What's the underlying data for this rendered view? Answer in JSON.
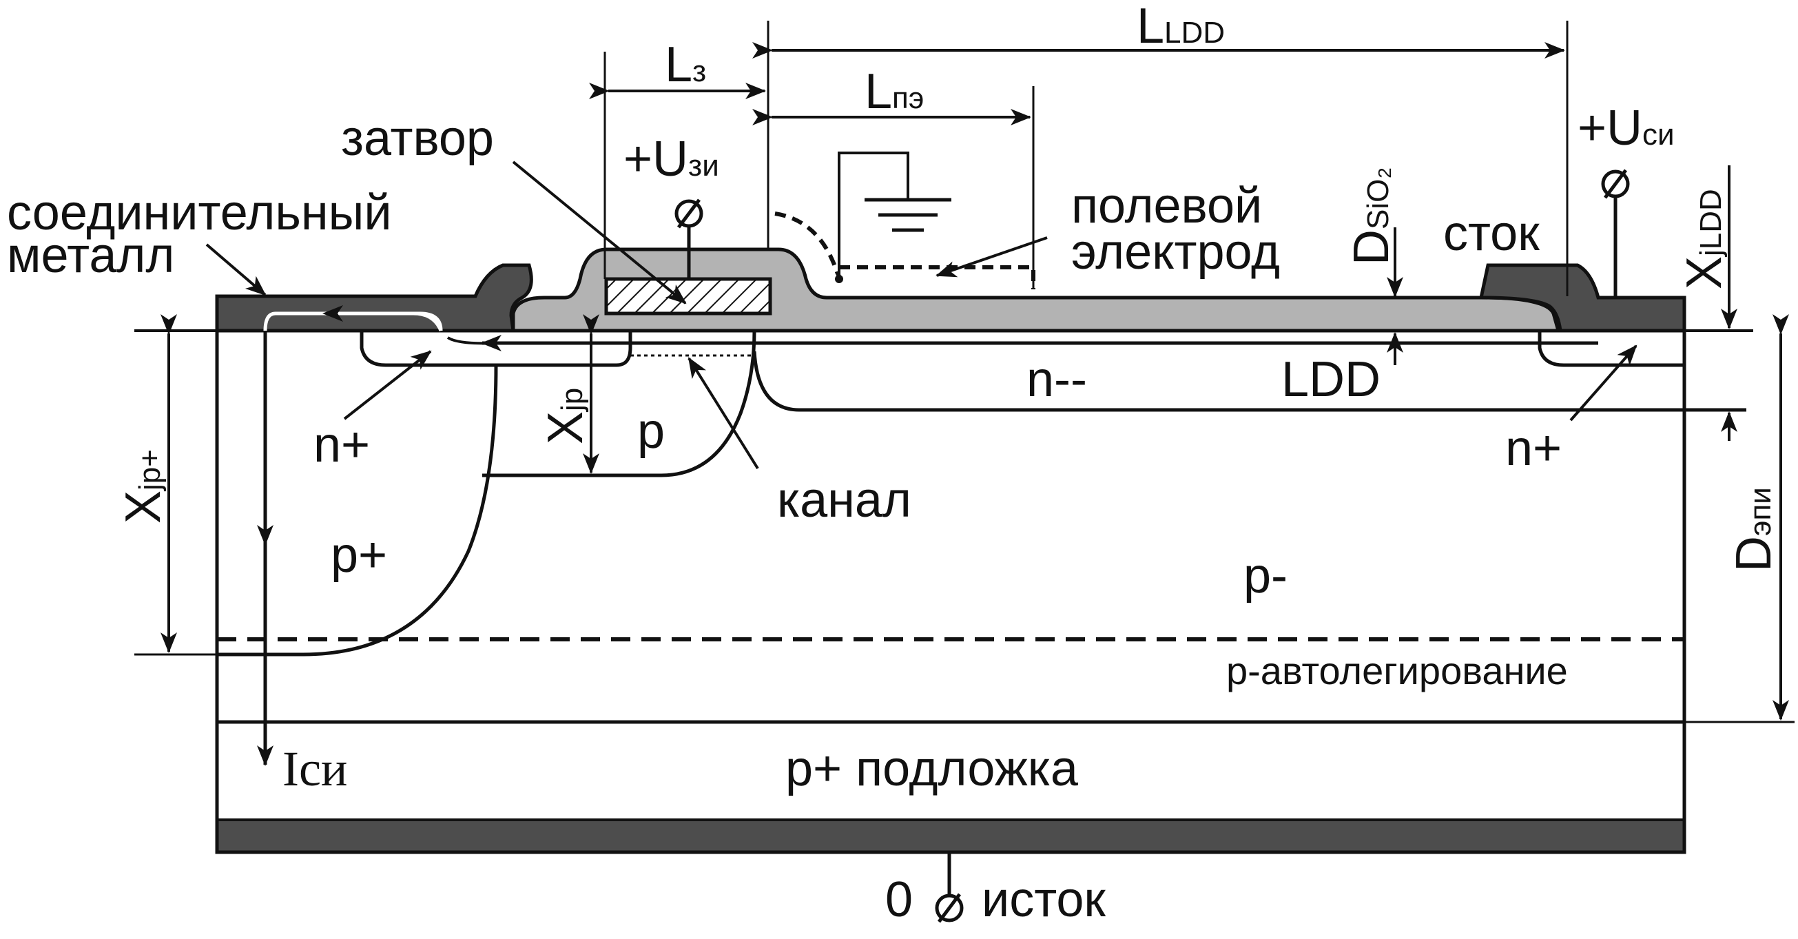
{
  "labels": {
    "connecting_metal": [
      "соединительный",
      "металл"
    ],
    "gate": "затвор",
    "gate_length": "L",
    "gate_length_sub": "з",
    "field_plate_length": "L",
    "field_plate_length_sub": "пэ",
    "ldd_length": "L",
    "ldd_length_sub": "LDD",
    "gate_voltage": "+U",
    "gate_voltage_sub": "зи",
    "drain_voltage": "+U",
    "drain_voltage_sub": "си",
    "field_electrode": [
      "полевой",
      "электрод"
    ],
    "oxide_thickness": "D",
    "oxide_thickness_sub": "SiO₂",
    "drain": "сток",
    "ldd_junction_depth": "X",
    "ldd_junction_depth_sub": "jLDD",
    "n_plus_left": "n+",
    "n_plus_right": "n+",
    "p_region": "p",
    "p_junction_depth": "X",
    "p_junction_depth_sub": "jp",
    "channel": "канал",
    "n_minus_minus": "n--",
    "ldd": "LDD",
    "p_plus_depth": "X",
    "p_plus_depth_sub": "jp+",
    "p_plus": "p+",
    "p_minus": "p-",
    "epi_thickness": "D",
    "epi_thickness_sub": "эпи",
    "autodoping": "p-автолегирование",
    "drain_current": "Iси",
    "substrate": "p+ подложка",
    "source_zero": "0",
    "source": "исток"
  },
  "colors": {
    "metal": "#4d4d4d",
    "oxide": "#b3b3b3",
    "line": "#111111",
    "background": "#ffffff"
  },
  "icons": [
    "ground-icon",
    "terminal-circle-icon"
  ]
}
